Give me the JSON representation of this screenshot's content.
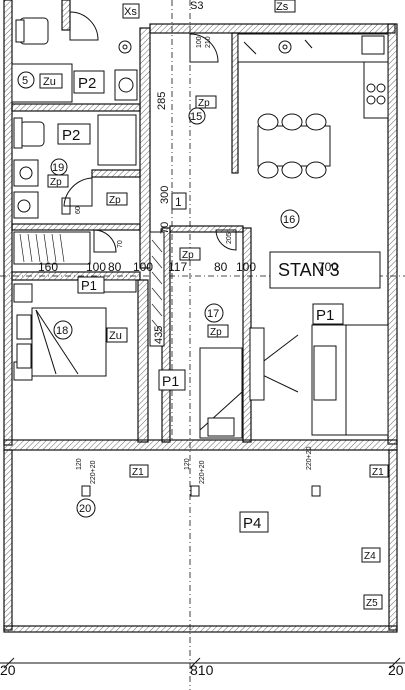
{
  "apartment_label": "STAN 3",
  "rooms": {
    "r15": "15",
    "r16": "16",
    "r17": "17",
    "r18": "18",
    "r19": "19",
    "r20": "20"
  },
  "room_codes": {
    "p1": "P1",
    "p2": "P2",
    "p4": "P4",
    "zu": "Zu",
    "zp": "Zp",
    "zs": "Zs",
    "z1": "Z1",
    "z4": "Z4",
    "z5": "Z5",
    "xs": "Xs",
    "s3": "S3",
    "five": "5"
  },
  "dimensions": {
    "d160": "160",
    "d100": "100",
    "d80": "80",
    "d117": "117",
    "d700": "700",
    "d20": "20",
    "d810": "810",
    "d285": "285",
    "d300": "300",
    "d10": "10",
    "d70": "70",
    "d435": "435",
    "d205": "205",
    "d210": "210",
    "d60": "60",
    "d120": "120",
    "d220_20": "220+20",
    "d70_": "70",
    "d12": "1"
  }
}
